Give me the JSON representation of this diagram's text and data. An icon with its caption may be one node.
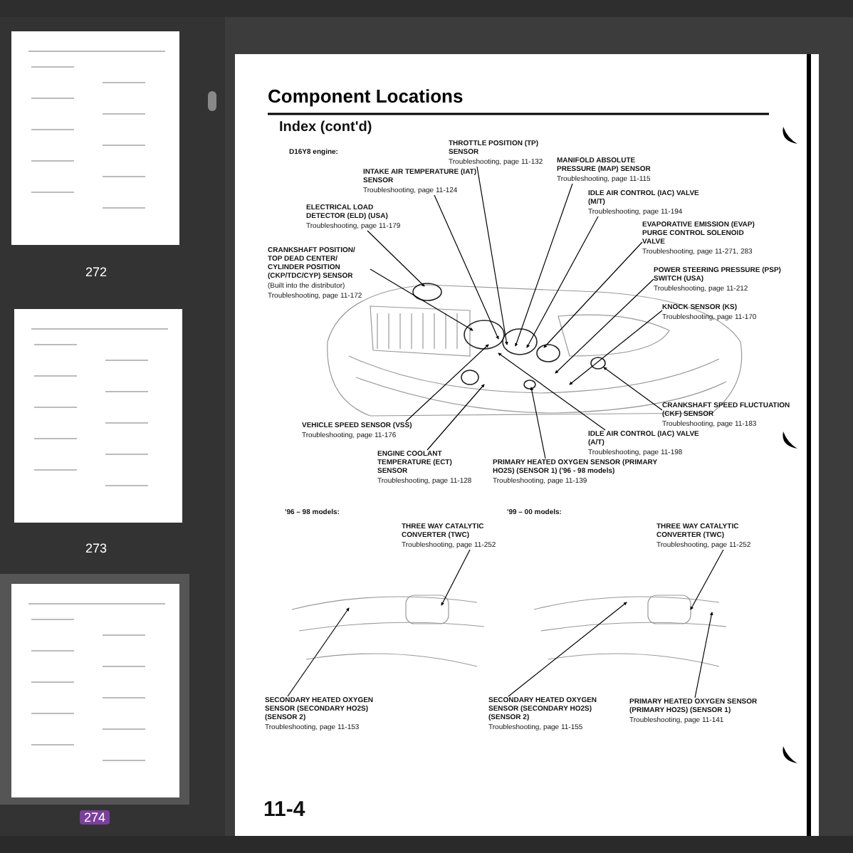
{
  "diagram": {
    "title": "Component Locations",
    "nodes": [
      {
        "text": [
          "THROTTLE POSITION (TP) SENSOR",
          "Troubleshooting, page 11-132"
        ]
      },
      {
        "text": [
          "MANIFOLD ABSOLUTE PRESSURE (MAP) SENSOR",
          "Troubleshooting, page 11-115"
        ]
      },
      {
        "text": [
          "INTAKE AIR TEMPERATURE (IAT) SENSOR",
          "Troubleshooting, page 11-124"
        ]
      },
      {
        "text": [
          "IDLE AIR CONTROL (IAC) VALVE (M/T)",
          "Troubleshooting, page 11-194"
        ]
      },
      {
        "text": [
          "ELECTRICAL LOAD DETECTOR (ELD) (USA)",
          "Troubleshooting, page 11-179"
        ]
      },
      {
        "text": [
          "CRANKSHAFT POSITION/ TOP DEAD CENTER/ CYLINDER POSITION (CKP/TDC/CYP) SENSOR",
          "(Built into the distributor)",
          "Troubleshooting, page 11-172"
        ]
      },
      {
        "text": [
          "EVAPORATIVE EMISSION (EVAP) PURGE CONTROL SOLENOID VALVE",
          "Troubleshooting, page 11-271, 283"
        ]
      },
      {
        "text": [
          "POWER STEERING PRESSURE (PSP) SWITCH (USA)",
          "Troubleshooting, page 11-212"
        ]
      },
      {
        "text": [
          "KNOCK SENSOR (KS)",
          "Troubleshooting, page 11-170"
        ]
      },
      {
        "text": [
          "CRANKSHAFT SPEED FLUCTUATION (CKF) SENSOR",
          "Troubleshooting, page 11-183"
        ]
      },
      {
        "text": [
          "VEHICLE SPEED SENSOR (VSS)",
          "Troubleshooting, page 11-176"
        ]
      },
      {
        "text": [
          "IDLE AIR CONTROL (IAC) VALVE (A/T)",
          "Troubleshooting, page 11-198"
        ]
      },
      {
        "text": [
          "ENGINE COOLANT TEMPERATURE (ECT) SENSOR",
          "Troubleshooting, page 11-128"
        ]
      },
      {
        "text": [
          "PRIMARY HEATED OXYGEN SENSOR (PRIMARY HO2S) (SENSOR 1) ('96 - 98 models)",
          "Troubleshooting, page 11-139"
        ]
      },
      {
        "text": [
          "THREE WAY CATALYTIC CONVERTER (TWC)",
          "Troubleshooting, page 11-252"
        ]
      },
      {
        "text": [
          "THREE WAY CATALYTIC CONVERTER (TWC)",
          "Troubleshooting, page 11-252"
        ]
      },
      {
        "text": [
          "SECONDARY HEATED OXYGEN SENSOR (SECONDARY HO2S) (SENSOR 2)",
          "Troubleshooting, page 11-153"
        ]
      },
      {
        "text": [
          "SECONDARY HEATED OXYGEN SENSOR (SECONDARY HO2S) (SENSOR 2)",
          "Troubleshooting, page 11-155"
        ]
      },
      {
        "text": [
          "PRIMARY HEATED OXYGEN SENSOR (PRIMARY HO2S) (SENSOR 1)",
          "Troubleshooting, page 11-141"
        ]
      }
    ],
    "edges": [
      {
        "from": 0,
        "to": null,
        "arrow": "to"
      },
      {
        "from": 1,
        "to": null,
        "arrow": "to"
      },
      {
        "from": 2,
        "to": null,
        "arrow": "to"
      },
      {
        "from": 3,
        "to": null,
        "arrow": "to"
      },
      {
        "from": 4,
        "to": null,
        "arrow": "to"
      },
      {
        "from": 5,
        "to": null,
        "arrow": "to"
      },
      {
        "from": 6,
        "to": null,
        "arrow": "to"
      },
      {
        "from": 7,
        "to": null,
        "arrow": "to"
      },
      {
        "from": 8,
        "to": null,
        "arrow": "to"
      },
      {
        "from": 9,
        "to": null,
        "arrow": "to"
      },
      {
        "from": 10,
        "to": null,
        "arrow": "to"
      },
      {
        "from": 11,
        "to": null,
        "arrow": "to"
      },
      {
        "from": 12,
        "to": null,
        "arrow": "to"
      },
      {
        "from": 13,
        "to": null,
        "arrow": "to"
      },
      {
        "from": 14,
        "to": null,
        "arrow": "to"
      },
      {
        "from": 15,
        "to": null,
        "arrow": "to"
      },
      {
        "from": 16,
        "to": null,
        "arrow": "to"
      },
      {
        "from": 17,
        "to": null,
        "arrow": "to"
      },
      {
        "from": 18,
        "to": null,
        "arrow": "to"
      }
    ],
    "labels": [
      "272",
      "273",
      "274",
      "Index (cont'd)",
      "D16Y8 engine:",
      "'96 – 98 models:",
      "'99 – 00 models:",
      "11-4"
    ]
  }
}
